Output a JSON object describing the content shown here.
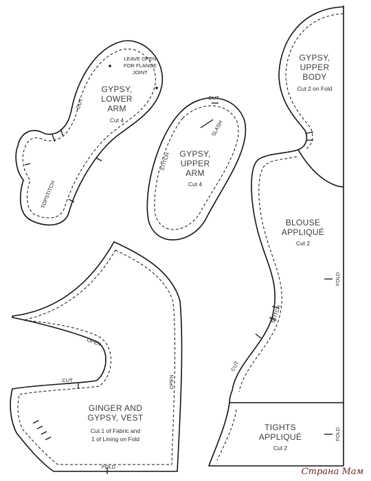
{
  "pieces": {
    "lower_arm": {
      "title1": "GYPSY,",
      "title2": "LOWER",
      "title3": "ARM",
      "cut": "Cut 4",
      "note1": "LEAVE OPEN",
      "note2": "FOR FLANGE",
      "note3": "JOINT",
      "mark_cut": "CUT",
      "mark_topstitch": "TOPSTITCH"
    },
    "upper_arm": {
      "title1": "GYPSY,",
      "title2": "UPPER",
      "title3": "ARM",
      "cut": "Cut 4",
      "mark_cut": "CUT",
      "mark_slash": "SLASH",
      "mark_stitch": "STITCH"
    },
    "upper_body": {
      "title1": "GYPSY,",
      "title2": "UPPER",
      "title3": "BODY",
      "cut": "Cut 2 on Fold"
    },
    "blouse": {
      "title1": "BLOUSE",
      "title2": "APPLIQUÉ",
      "cut": "Cut 2",
      "mark_fold": "FOLD",
      "mark_stitch": "STITCH",
      "mark_cut": "CUT"
    },
    "tights": {
      "title1": "TIGHTS",
      "title2": "APPLIQUÉ",
      "cut": "Cut 2",
      "mark_fold": "FOLD"
    },
    "vest": {
      "title1": "GINGER AND",
      "title2": "GYPSY, VEST",
      "cut1": "Cut 1 of Fabric and",
      "cut2": "1 of Lining on Fold",
      "mark_open1": "OPEN",
      "mark_open2": "OPEN",
      "mark_cut": "CUT",
      "mark_fold": "FOLD"
    }
  },
  "watermark": "Страна Мам"
}
